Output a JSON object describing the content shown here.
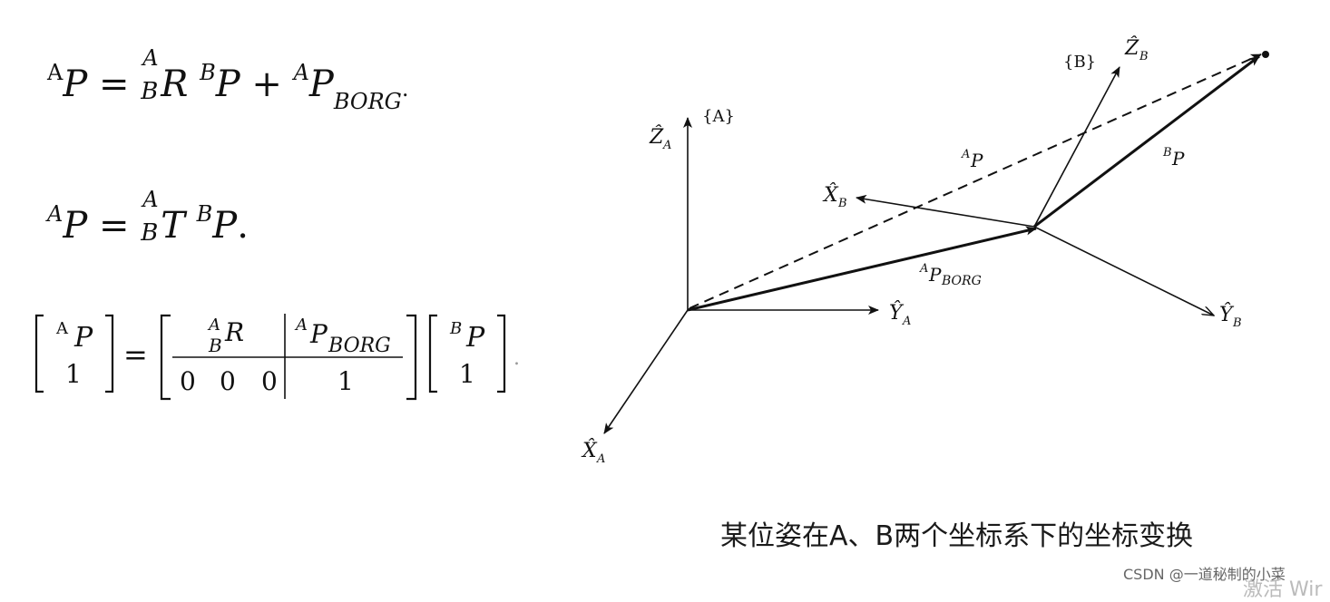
{
  "equations": {
    "eq1": {
      "lhs_sup": "A",
      "lhs": "P",
      "eq": "=",
      "r_sup": "A",
      "r_sub": "B",
      "r": "R",
      "p_sup": "B",
      "p": "P",
      "plus": "+",
      "org_sup": "A",
      "org": "P",
      "org_sub": "BORG",
      "end": "."
    },
    "eq2": {
      "lhs_sup": "A",
      "lhs": "P",
      "eq": "=",
      "t_sup": "A",
      "t_sub": "B",
      "t": "T",
      "p_sup": "B",
      "p": "P",
      "end": "."
    },
    "matrix": {
      "left_top_sup": "A",
      "left_top": "P",
      "left_bottom": "1",
      "eq": "=",
      "m_r_sup": "A",
      "m_r_sub": "B",
      "m_r": "R",
      "m_p_sup": "A",
      "m_p": "P",
      "m_p_sub": "BORG",
      "zeros": [
        "0",
        "0",
        "0"
      ],
      "one": "1",
      "right_top_sup": "B",
      "right_top": "P",
      "right_bottom": "1",
      "end": "."
    }
  },
  "diagram": {
    "frame_a": "{A}",
    "frame_b": "{B}",
    "za_hat": "Ẑ",
    "za_sub": "A",
    "ya_hat": "Ŷ",
    "ya_sub": "A",
    "xa_hat": "X̂",
    "xa_sub": "A",
    "zb_hat": "Ẑ",
    "zb_sub": "B",
    "xb_hat": "X̂",
    "xb_sub": "B",
    "yb_hat": "Ŷ",
    "yb_sub": "B",
    "ap_sup": "A",
    "ap": "P",
    "bp_sup": "B",
    "bp": "P",
    "aporg_sup": "A",
    "aporg": "P",
    "aporg_sub": "BORG"
  },
  "caption": "某位姿在A、B两个坐标系下的坐标变换",
  "watermark": "CSDN @一道秘制的小菜",
  "watermark2": "激活 Wir"
}
